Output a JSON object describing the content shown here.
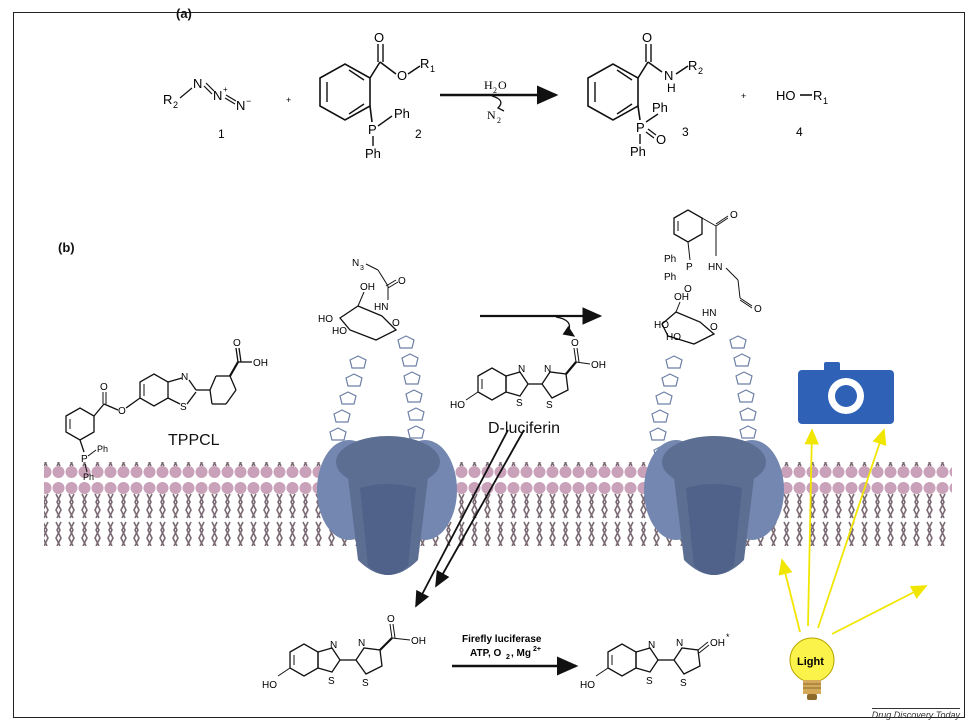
{
  "panel_labels": {
    "a": "(a)",
    "b": "(b)"
  },
  "reaction_a": {
    "azide": {
      "r": "R",
      "sub": "2",
      "atoms": [
        "N",
        "N",
        "N"
      ],
      "plus": "+",
      "minus": "−",
      "number": "1"
    },
    "phosphine": {
      "o1": "O",
      "o2": "O",
      "r1": "R",
      "r1sub": "1",
      "p": "P",
      "ph1": "Ph",
      "ph2": "Ph",
      "number": "2"
    },
    "conditions": {
      "top": "H",
      "top_sub": "2",
      "top_tail": "O",
      "bottom": "N",
      "bottom_sub": "2"
    },
    "amide": {
      "o": "O",
      "nh": "H",
      "n": "N",
      "r2": "R",
      "r2sub": "2",
      "p": "P",
      "po": "O",
      "ph1": "Ph",
      "ph2": "Ph",
      "number": "3"
    },
    "alcohol": {
      "ho": "HO",
      "r1": "R",
      "r1sub": "1",
      "number": "4"
    },
    "plus_sign": "+"
  },
  "panel_b": {
    "tppcl_label": "TPPCL",
    "tppcl_atoms": {
      "o1": "O",
      "o2": "O",
      "n": "N",
      "s": "S",
      "oh": "OH",
      "o3": "O",
      "p": "P",
      "ph1": "Ph",
      "ph2": "Ph"
    },
    "sugar_left": {
      "n3": "N",
      "n3sub": "3",
      "oh": "OH",
      "hn": "HN",
      "o": "O",
      "ho1": "HO",
      "ho2": "HO",
      "o_ring": "O"
    },
    "sugar_right": {
      "ph1": "Ph",
      "ph2": "Ph",
      "p": "P",
      "o_p": "O",
      "o": "O",
      "hn1": "HN",
      "hn2": "HN",
      "o2": "O",
      "oh": "OH",
      "ho1": "HO",
      "ho2": "HO",
      "o_ring": "O"
    },
    "dluciferin_label": "D-luciferin",
    "dluc_atoms": {
      "ho": "HO",
      "n1": "N",
      "s1": "S",
      "n2": "N",
      "s2": "S",
      "o": "O",
      "oh": "OH"
    },
    "bottom_reactant_atoms": {
      "ho": "HO",
      "n1": "N",
      "s1": "S",
      "n2": "N",
      "s2": "S",
      "o": "O",
      "oh": "OH"
    },
    "enzyme_top": "Firefly luciferase",
    "enzyme_bottom_parts": [
      "ATP, O",
      "2",
      ", Mg",
      "2+"
    ],
    "product_atoms": {
      "ho": "HO",
      "n1": "N",
      "s1": "S",
      "n2": "N",
      "s2": "S",
      "oh": "OH",
      "star": "*"
    },
    "light_label": "Light"
  },
  "watermark": "Drug Discovery Today",
  "colors": {
    "membrane_head": "#c9a1b9",
    "membrane_tail": "#7a6a73",
    "protein_dark": "#5c6e92",
    "protein_mid": "#7387b0",
    "protein_light": "#8fa0c6",
    "camera": "#2f62b6",
    "light_rays": "#f1e600",
    "bulb": "#fbf34a"
  }
}
